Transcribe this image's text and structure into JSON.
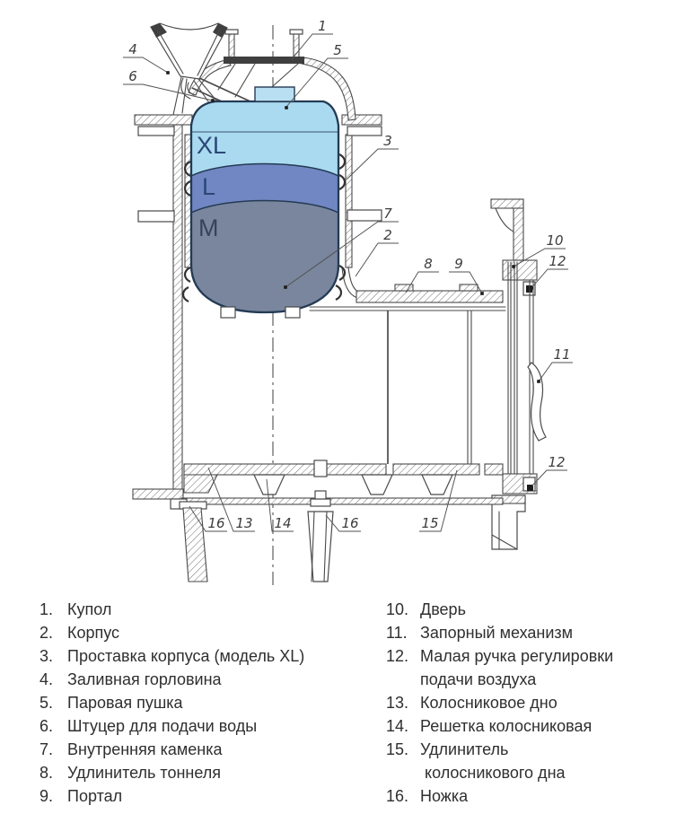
{
  "drawing": {
    "tank_labels": {
      "xl": "XL",
      "l": "L",
      "m": "M"
    },
    "colors": {
      "band_xl": "#a9daf0",
      "band_l": "#7187c3",
      "band_m": "#79869d",
      "tank_outline": "#243a54"
    },
    "callouts": {
      "n1": "1",
      "n2": "2",
      "n3": "3",
      "n4": "4",
      "n5": "5",
      "n6": "6",
      "n7": "7",
      "n8": "8",
      "n9": "9",
      "n10": "10",
      "n11": "11",
      "n12a": "12",
      "n12b": "12",
      "n13": "13",
      "n14": "14",
      "n15": "15",
      "n16a": "16",
      "n16b": "16"
    }
  },
  "legend": {
    "left": [
      {
        "num": "1.",
        "label": "Купол"
      },
      {
        "num": "2.",
        "label": "Корпус"
      },
      {
        "num": "3.",
        "label": "Проставка корпуса (модель XL)"
      },
      {
        "num": "4.",
        "label": "Заливная горловина"
      },
      {
        "num": "5.",
        "label": "Паровая пушка"
      },
      {
        "num": "6.",
        "label": "Штуцер для подачи воды"
      },
      {
        "num": "7.",
        "label": "Внутренняя каменка"
      },
      {
        "num": "8.",
        "label": "Удлинитель тоннеля"
      },
      {
        "num": "9.",
        "label": "Портал"
      }
    ],
    "right": [
      {
        "num": "10.",
        "label": "Дверь"
      },
      {
        "num": "11.",
        "label": "Запорный механизм"
      },
      {
        "num": "12.",
        "label": "Малая ручка регулировки\nподачи воздуха"
      },
      {
        "num": "13.",
        "label": "Колосниковое дно"
      },
      {
        "num": "14.",
        "label": "Решетка колосниковая"
      },
      {
        "num": "15.",
        "label": "Удлинитель\n колосникового дна"
      },
      {
        "num": "16.",
        "label": "Ножка"
      }
    ]
  }
}
